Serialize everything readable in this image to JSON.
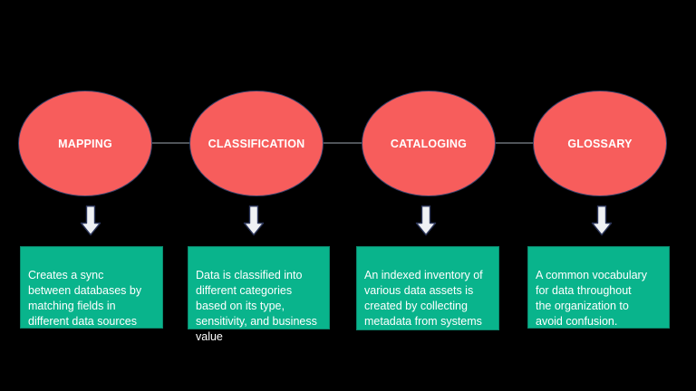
{
  "slide": {
    "background_color": "#000000",
    "type": "data-management-process-diagram"
  },
  "colors": {
    "ellipse_fill": "#F75D5C",
    "ellipse_border": "#39426B",
    "box_fill": "#09B48C",
    "connector": "#4F5459",
    "arrow_fill": "#EFF1F4",
    "arrow_border": "#2C365A",
    "text": "#FFFFFF",
    "bg": "#000000"
  },
  "stages": [
    {
      "label": "MAPPING",
      "description": "Creates a sync\nbetween databases by\nmatching fields in\ndifferent data sources"
    },
    {
      "label": "CLASSIFICATION",
      "description": "Data is classified into\ndifferent categories\nbased on its type,\nsensitivity, and business\nvalue"
    },
    {
      "label": "CATALOGING",
      "description": "An indexed inventory of\nvarious data assets is\ncreated by collecting\nmetadata from systems"
    },
    {
      "label": "GLOSSARY",
      "description": " A common vocabulary\nfor data throughout\nthe organization to\navoid confusion."
    }
  ]
}
